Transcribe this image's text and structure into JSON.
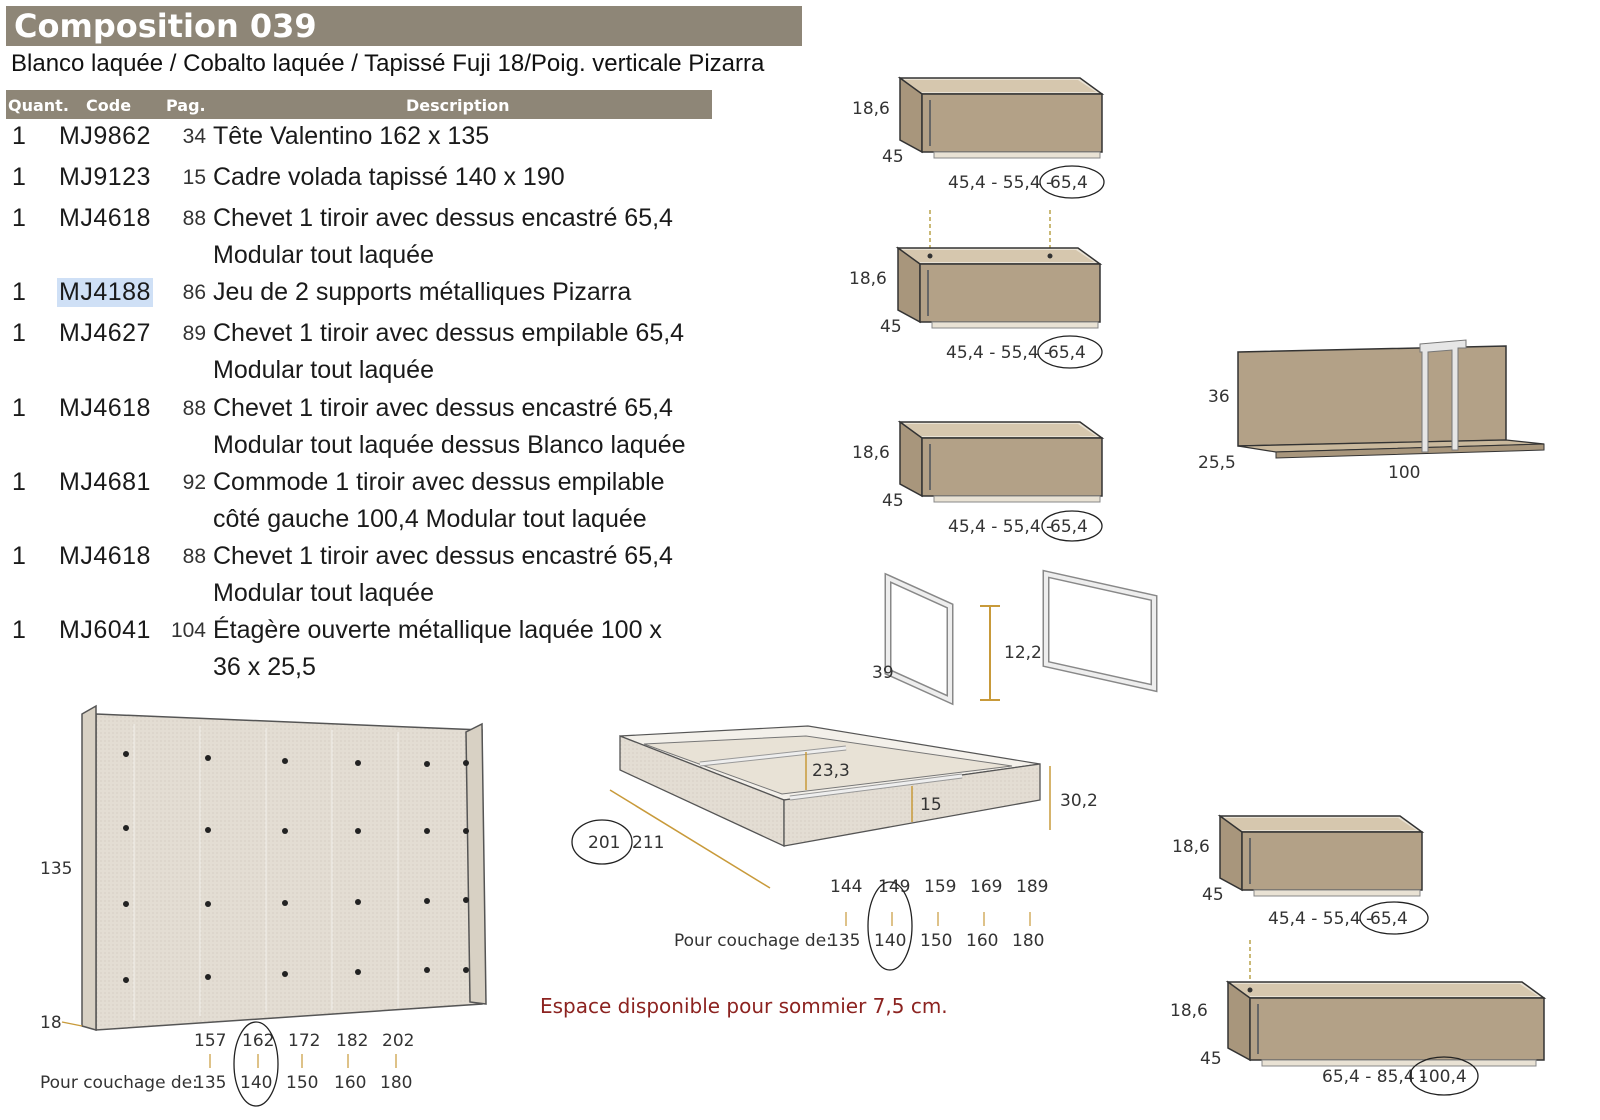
{
  "title": "Composition 039",
  "subtitle": "Blanco laquée / Cobalto laquée / Tapissé Fuji 18/Poig. verticale Pizarra",
  "table": {
    "headers": {
      "quant": "Quant.",
      "code": "Code",
      "pag": "Pag.",
      "description": "Description"
    },
    "rows": [
      {
        "quant": "1",
        "code": "MJ9862",
        "pag": "34",
        "description": "Tête Valentino 162 x 135"
      },
      {
        "quant": "1",
        "code": "MJ9123",
        "pag": "15",
        "description": "Cadre volada tapissé 140 x 190"
      },
      {
        "quant": "1",
        "code": "MJ4618",
        "pag": "88",
        "description": "Chevet 1 tiroir avec dessus encastré 65,4\nModular tout laquée"
      },
      {
        "quant": "1",
        "code": "MJ4188",
        "pag": "86",
        "description": "Jeu de 2 supports métalliques Pizarra"
      },
      {
        "quant": "1",
        "code": "MJ4627",
        "pag": "89",
        "description": "Chevet 1 tiroir avec dessus empilable 65,4\nModular tout laquée"
      },
      {
        "quant": "1",
        "code": "MJ4618",
        "pag": "88",
        "description": "Chevet 1 tiroir avec dessus encastré 65,4\nModular tout laquée dessus Blanco laquée"
      },
      {
        "quant": "1",
        "code": "MJ4681",
        "pag": "92",
        "description": "Commode 1 tiroir avec dessus empilable\ncôté gauche 100,4 Modular tout laquée"
      },
      {
        "quant": "1",
        "code": "MJ4618",
        "pag": "88",
        "description": "Chevet 1 tiroir avec dessus encastré 65,4\nModular tout laquée"
      },
      {
        "quant": "1",
        "code": "MJ6041",
        "pag": "104",
        "description": "Étagère ouverte métallique laquée 100 x\n36 x 25,5"
      }
    ]
  },
  "dims": {
    "nightstand1": {
      "h": "18,6",
      "d": "45",
      "w": "45,4 - 55,4 -",
      "sel": "65,4"
    },
    "nightstand2": {
      "h": "18,6",
      "d": "45",
      "w": "45,4 - 55,4 -",
      "sel": "65,4"
    },
    "nightstand3": {
      "h": "18,6",
      "d": "45",
      "w": "45,4 - 55,4 -",
      "sel": "65,4"
    },
    "nightstand4": {
      "h": "18,6",
      "d": "45",
      "w": "45,4 - 55,4 -",
      "sel": "65,4"
    },
    "dresser": {
      "h": "18,6",
      "d": "45",
      "w": "65,4 - 85,4 -",
      "sel": "100,4"
    },
    "shelf": {
      "h": "36",
      "d": "25,5",
      "w": "100"
    },
    "supports": {
      "d": "39",
      "h": "12,2"
    },
    "headboard": {
      "h": "135",
      "t": "18",
      "widths": [
        "157",
        "162",
        "172",
        "182",
        "202"
      ],
      "couch_label": "Pour couchage de:",
      "couch": [
        "135",
        "140",
        "150",
        "160",
        "180"
      ]
    },
    "bedframe": {
      "inner": "23,3",
      "rail": "15",
      "height": "30,2",
      "len_sel": "201",
      "len_other": "211",
      "widths": [
        "144",
        "149",
        "159",
        "169",
        "189"
      ],
      "couch_label": "Pour couchage de:",
      "couch": [
        "135",
        "140",
        "150",
        "160",
        "180"
      ]
    }
  },
  "note": "Espace disponible pour sommier 7,5 cm.",
  "colors": {
    "header_bg": "#8e8677",
    "cabinet": "#b3a187",
    "fabric": "#e3ddd3",
    "note": "#8c2320"
  }
}
